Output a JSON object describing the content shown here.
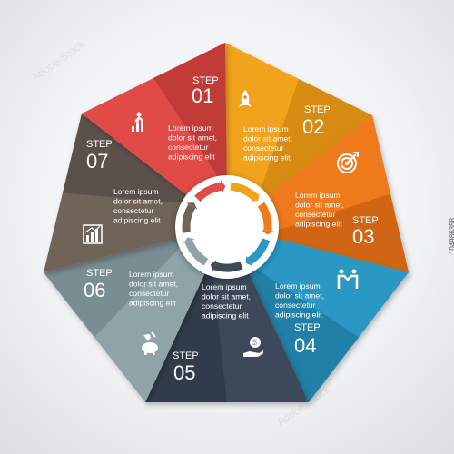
{
  "steps": [
    {
      "word": "STEP",
      "num": "01",
      "icon": "running-man-chart-icon",
      "color": "#f2a31b",
      "dark": "#c07a0c",
      "lines": [
        "Lorem ipsum",
        "dolor sit amet,",
        "consectetur",
        "adipiscing elit"
      ]
    },
    {
      "word": "STEP",
      "num": "02",
      "icon": "rocket-icon",
      "color": "#ee7a1c",
      "dark": "#b8560c",
      "lines": [
        "Lorem ipsum",
        "dolor sit amet,",
        "consectetur",
        "adipiscing elit"
      ]
    },
    {
      "word": "STEP",
      "num": "03",
      "icon": "target-icon",
      "color": "#2c97c4",
      "dark": "#1a6d92",
      "lines": [
        "Lorem ipsum",
        "dolor sit amet,",
        "consectetur",
        "adipiscing elit"
      ]
    },
    {
      "word": "STEP",
      "num": "04",
      "icon": "handshake-icon",
      "color": "#3e4a5a",
      "dark": "#283240",
      "lines": [
        "Lorem ipsum",
        "dolor sit amet,",
        "consectetur",
        "adipiscing elit"
      ]
    },
    {
      "word": "STEP",
      "num": "05",
      "icon": "money-hand-icon",
      "color": "#8fa3a8",
      "dark": "#687c82",
      "lines": [
        "Lorem ipsum",
        "dolor sit amet,",
        "consectetur",
        "adipiscing elit"
      ]
    },
    {
      "word": "STEP",
      "num": "06",
      "icon": "piggy-bank-icon",
      "color": "#6f6459",
      "dark": "#4d4440",
      "lines": [
        "Lorem ipsum",
        "dolor sit amet,",
        "consectetur",
        "adipiscing elit"
      ]
    },
    {
      "word": "STEP",
      "num": "07",
      "icon": "bar-chart-icon",
      "color": "#e04c47",
      "dark": "#a7302c",
      "lines": [
        "Lorem ipsum",
        "dolor sit amet,",
        "consectetur",
        "adipiscing elit"
      ]
    }
  ],
  "center": {
    "icon": "cycle-arrows-icon"
  },
  "side_id": "104986358",
  "watermark": "Adobe Stock"
}
